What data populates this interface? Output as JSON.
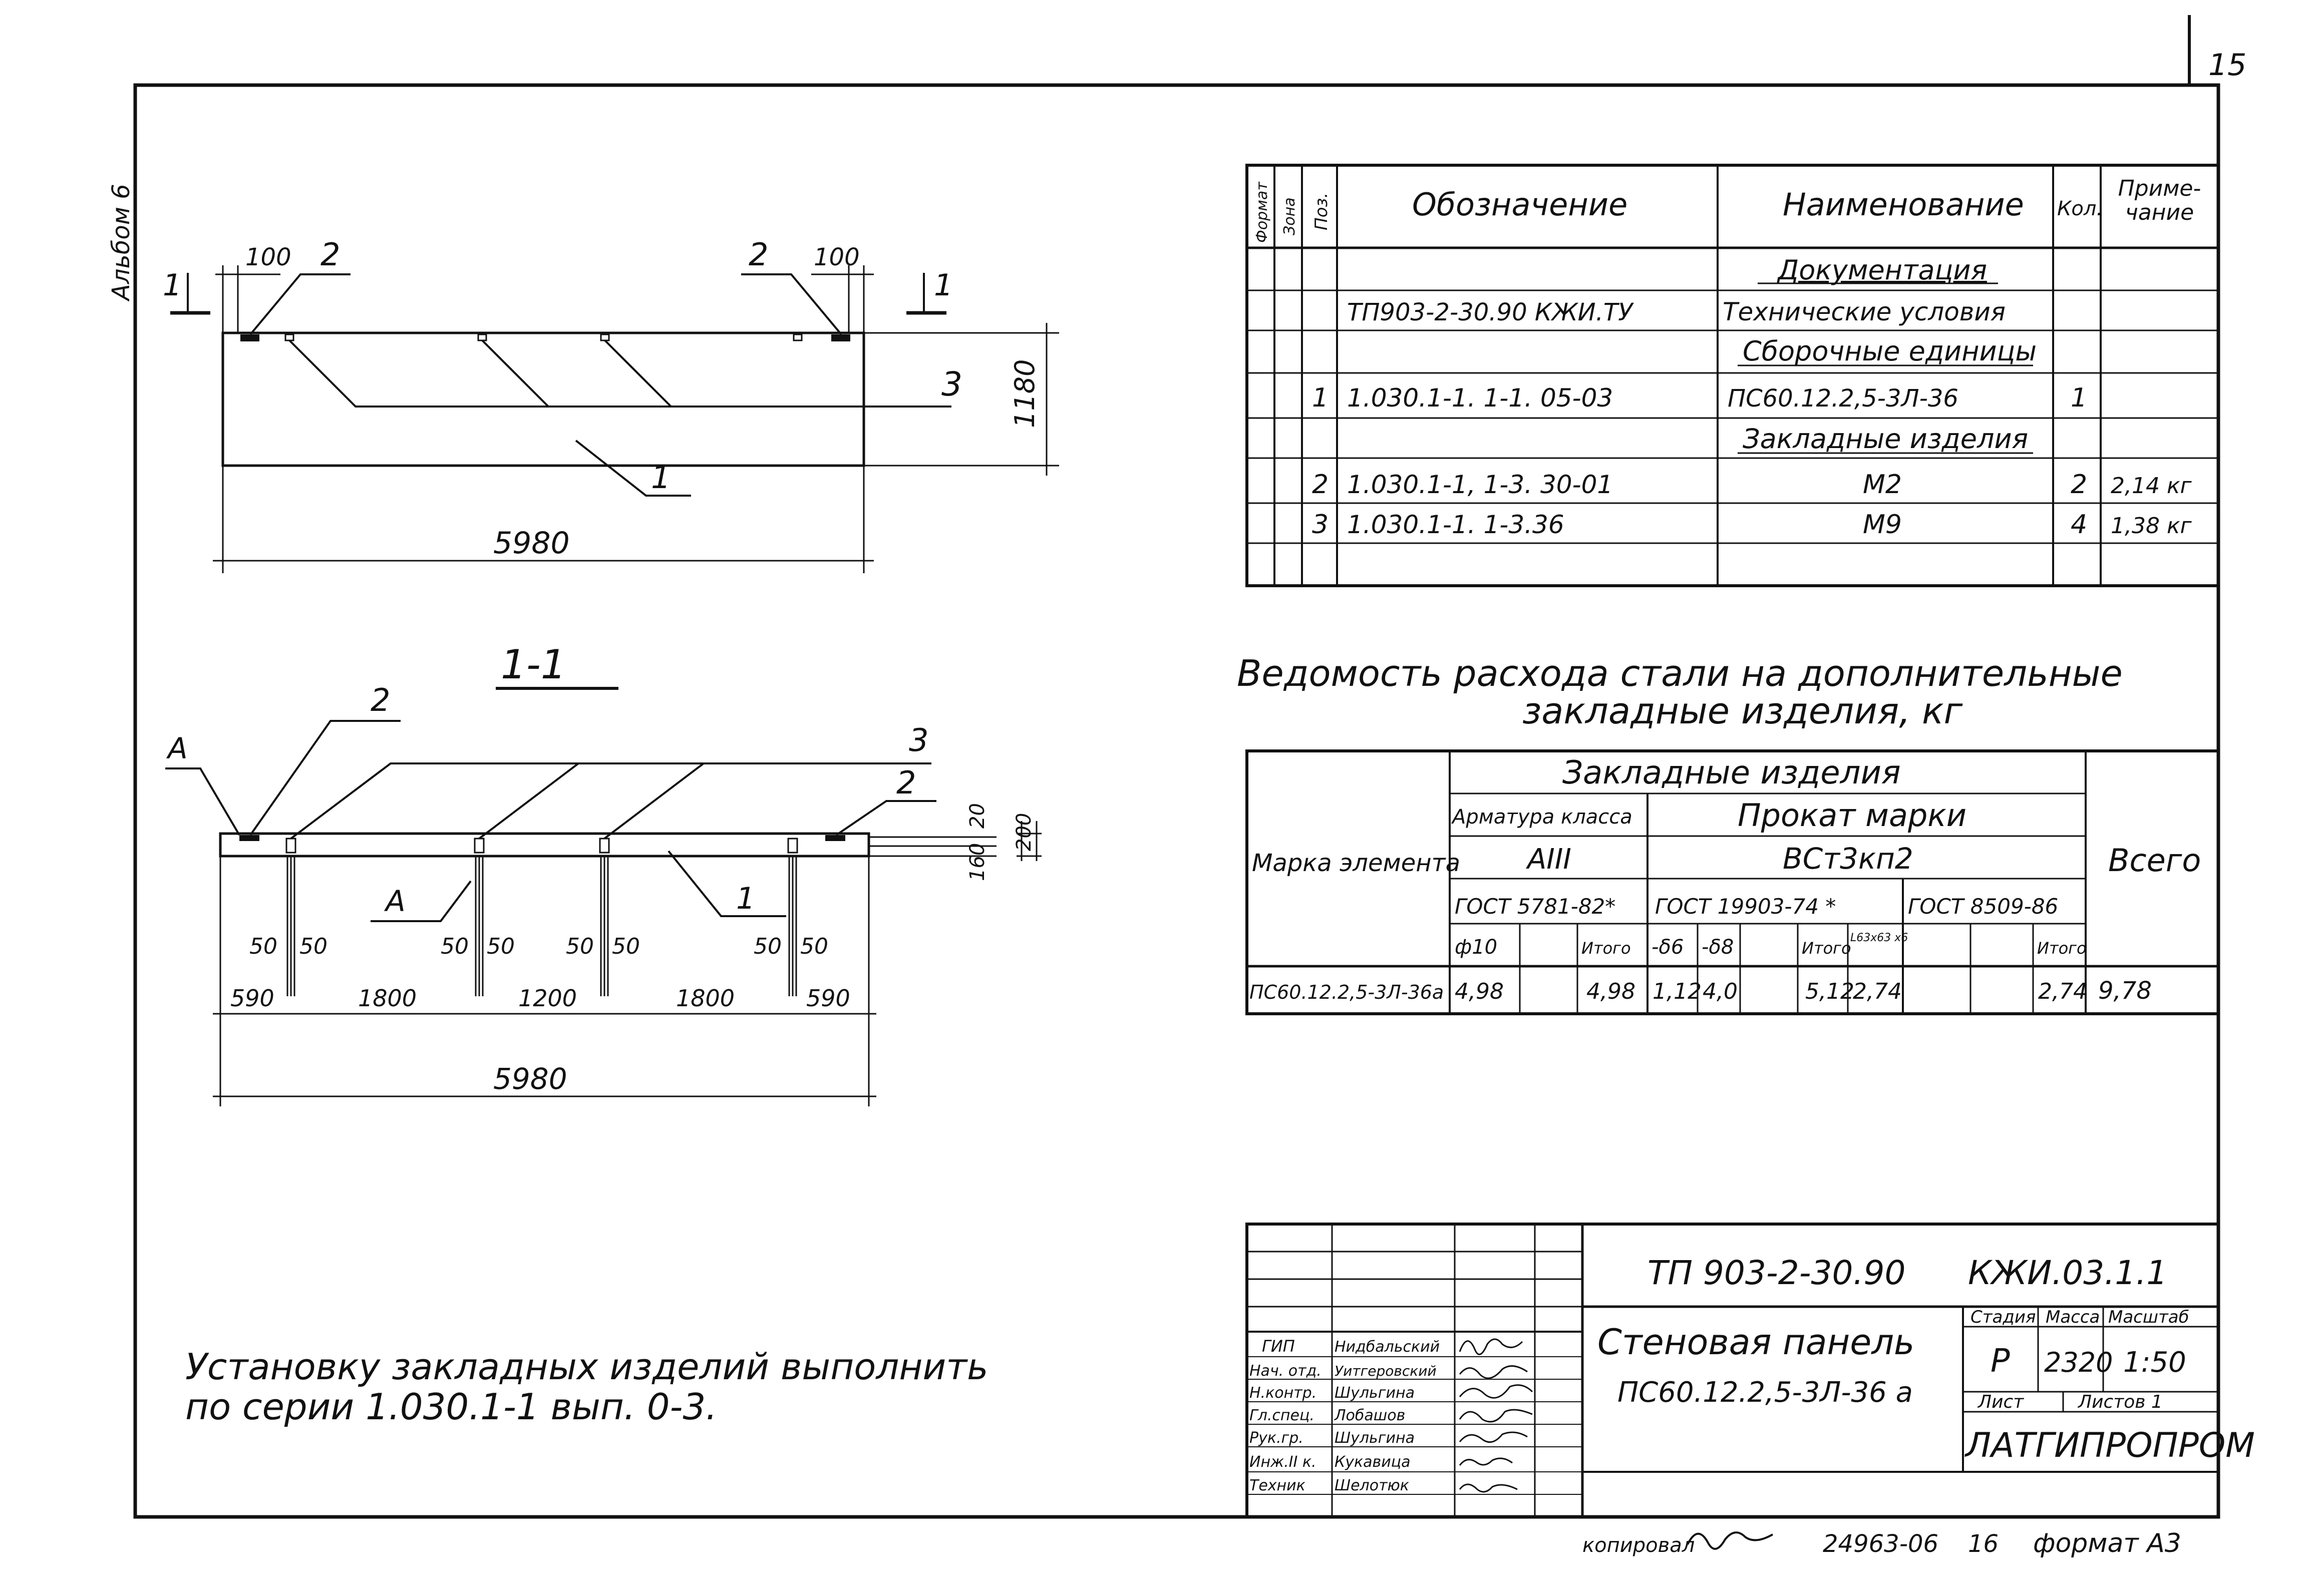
{
  "sheet_number": "15",
  "album": "Альбом 6",
  "plan_view": {
    "dim_left_edge": "100",
    "dim_right_edge": "100",
    "dim_height": "1180",
    "dim_length": "5980",
    "leader_left": "2",
    "leader_right": "2",
    "leader_three": "3",
    "leader_one": "1",
    "section_mark_left": "1",
    "section_mark_right": "1"
  },
  "section_view": {
    "title": "1-1",
    "leader_a_top": "А",
    "leader_a_mid": "А",
    "leader_two_left": "2",
    "leader_two_right": "2",
    "leader_three": "3",
    "leader_one": "1",
    "dim_20": "20",
    "dim_200": "200",
    "dim_160": "160",
    "stub_dims": [
      "50",
      "50",
      "50",
      "50",
      "50",
      "50",
      "50",
      "50"
    ],
    "spacing_dims": [
      "590",
      "1800",
      "1200",
      "1800",
      "590"
    ],
    "dim_total": "5980"
  },
  "spec_table": {
    "headers": {
      "format": "Формат",
      "zone": "Зона",
      "pos": "Поз.",
      "designation": "Обозначение",
      "name": "Наименование",
      "qty": "Кол.",
      "note": "Приме- чание"
    },
    "rows": [
      {
        "pos": "",
        "designation": "",
        "name": "Документация",
        "underlined": true,
        "qty": "",
        "note": ""
      },
      {
        "pos": "",
        "designation": "ТП903-2-30.90 КЖИ.ТУ",
        "name": "Технические условия",
        "underlined": false,
        "qty": "",
        "note": ""
      },
      {
        "pos": "",
        "designation": "",
        "name": "Сборочные единицы",
        "underlined": true,
        "qty": "",
        "note": ""
      },
      {
        "pos": "1",
        "designation": "1.030.1-1. 1-1. 05-03",
        "name": "ПС60.12.2,5-3Л-36",
        "underlined": false,
        "qty": "1",
        "note": ""
      },
      {
        "pos": "",
        "designation": "",
        "name": "Закладные изделия",
        "underlined": true,
        "qty": "",
        "note": ""
      },
      {
        "pos": "2",
        "designation": "1.030.1-1, 1-3. 30-01",
        "name": "М2",
        "underlined": false,
        "qty": "2",
        "note": "2,14 кг"
      },
      {
        "pos": "3",
        "designation": "1.030.1-1. 1-3.36",
        "name": "М9",
        "underlined": false,
        "qty": "4",
        "note": "1,38 кг"
      },
      {
        "pos": "",
        "designation": "",
        "name": "",
        "underlined": false,
        "qty": "",
        "note": ""
      }
    ]
  },
  "steel_table": {
    "title_line1": "Ведомость расхода стали на дополнительные",
    "title_line2": "закладные изделия, кг",
    "h_element": "Марка элемента",
    "h_embedded": "Закладные изделия",
    "h_rebar_class": "Арматура класса",
    "h_rolled": "Прокат марки",
    "h_total": "Всего",
    "h_a3": "АIII",
    "h_vst": "ВСт3кп2",
    "h_gost1": "ГОСТ 5781-82*",
    "h_gost2": "ГОСТ 19903-74 *",
    "h_gost3": "ГОСТ 8509-86",
    "sub_cols": [
      "ф10",
      "",
      "Итого",
      "-δ6",
      "-δ8",
      "",
      "Итого",
      "L63х63 х6",
      "",
      "Итого"
    ],
    "row": {
      "mark": "ПС60.12.2,5-3Л-36а",
      "values": [
        "4,98",
        "",
        "4,98",
        "1,12",
        "4,0",
        "",
        "5,12",
        "2,74",
        "",
        "2,74"
      ],
      "total": "9,78"
    }
  },
  "note": {
    "line1": "Установку закладных изделий выполнить",
    "line2": "по серии 1.030.1-1 вып. 0-3."
  },
  "title_block": {
    "code": "ТП 903-2-30.90",
    "code2": "КЖИ.03.1.1",
    "name_line1": "Стеновая панель",
    "name_line2": "ПС60.12.2,5-3Л-36 а",
    "h_stage": "Стадия",
    "h_mass": "Масса",
    "h_scale": "Масштаб",
    "stage": "Р",
    "mass": "2320",
    "scale": "1:50",
    "sheet_label": "Лист",
    "sheets_label": "Листов 1",
    "org": "ЛАТГИПРОПРОМ",
    "staff": [
      {
        "role": "ГИП",
        "name": "Нидбальский"
      },
      {
        "role": "Нач. отд.",
        "name": "Уитгеровский"
      },
      {
        "role": "Н.контр.",
        "name": "Шульгина"
      },
      {
        "role": "Гл.спец.",
        "name": "Лобашов"
      },
      {
        "role": "Рук.гр.",
        "name": "Шульгина"
      },
      {
        "role": "Инж.II к.",
        "name": "Кукавица"
      },
      {
        "role": "Техник",
        "name": "Шелотюк"
      }
    ]
  },
  "footer": {
    "copied": "копировал",
    "number": "24963-06",
    "sheet": "16",
    "format": "формат А3"
  }
}
